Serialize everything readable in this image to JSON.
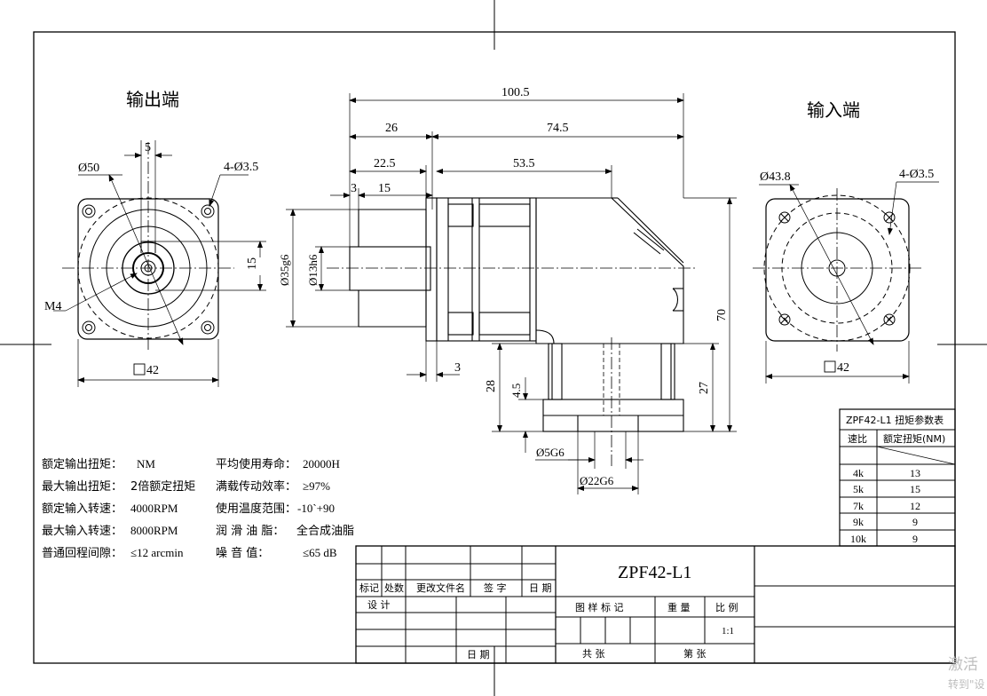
{
  "views": {
    "output_label": "输出端",
    "input_label": "输入端"
  },
  "dims": {
    "d50": "Ø50",
    "w5": "5",
    "holes_out": "4-Ø3.5",
    "m4": "M4",
    "h15": "15",
    "sq42_out": "42",
    "len_total": "100.5",
    "len_26": "26",
    "len_745": "74.5",
    "len_225": "22.5",
    "len_535": "53.5",
    "len_3_top": "3",
    "len_15": "15",
    "d35": "Ø35g6",
    "d13": "Ø13h6",
    "h70": "70",
    "h27": "27",
    "h28": "28",
    "h45": "4.5",
    "w3_bottom": "3",
    "d5": "Ø5G6",
    "d22": "Ø22G6",
    "d438": "Ø43.8",
    "holes_in": "4-Ø3.5",
    "sq42_in": "42"
  },
  "specs": [
    {
      "label": "额定输出扭矩：",
      "value": "NM",
      "label2": "平均使用寿命：",
      "value2": "20000H"
    },
    {
      "label": "最大输出扭矩：",
      "value": "2倍额定扭矩",
      "label2": "满载传动效率：",
      "value2": "≥97%"
    },
    {
      "label": "额定输入转速：",
      "value": "4000RPM",
      "label2": "使用温度范围：",
      "value2": "-10`+90"
    },
    {
      "label": "最大输入转速：",
      "value": "8000RPM",
      "label2": "润  滑  油  脂：",
      "value2": "全合成油脂"
    },
    {
      "label": "普通回程间隙：",
      "value": "≤12 arcmin",
      "label2": "噪    音    值：",
      "value2": "≤65 dB"
    }
  ],
  "torque_table": {
    "title": "ZPF42-L1 扭矩参数表",
    "col1": "速比",
    "col2": "额定扭矩(NM)",
    "rows": [
      {
        "ratio": "4k",
        "torque": "13"
      },
      {
        "ratio": "5k",
        "torque": "15"
      },
      {
        "ratio": "7k",
        "torque": "12"
      },
      {
        "ratio": "9k",
        "torque": "9"
      },
      {
        "ratio": "10k",
        "torque": "9"
      }
    ]
  },
  "title_block": {
    "model": "ZPF42-L1",
    "mark": "标记",
    "count": "处数",
    "change_doc": "更改文件名",
    "signature": "签  字",
    "date": "日 期",
    "design": "设 计",
    "date2": "日  期",
    "drawing_mark": "图 样 标 记",
    "weight": "重 量",
    "scale": "比 例",
    "scale_value": "1:1",
    "total": "共     张",
    "sheet": "第     张"
  },
  "watermark": {
    "line1": "激活",
    "line2": "转到\"设"
  }
}
